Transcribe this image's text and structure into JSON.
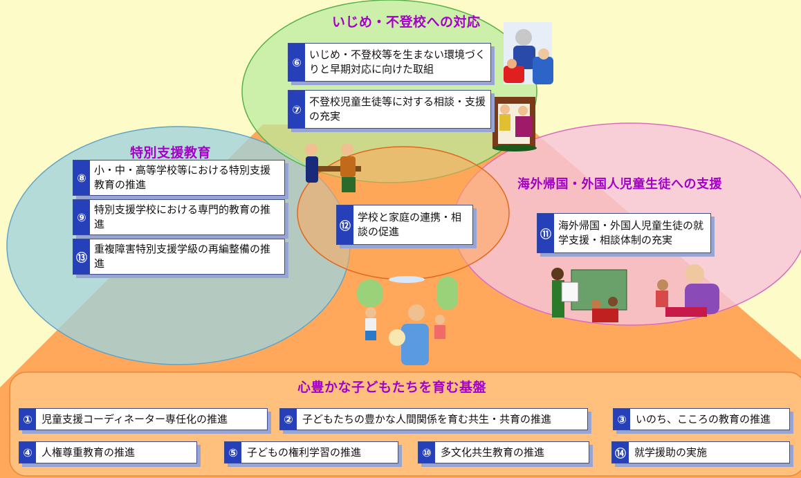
{
  "sections": {
    "bullying": {
      "title": "いじめ・不登校への対応",
      "items": [
        {
          "num": "⑥",
          "text": "いじめ・不登校等を生まない環境づくりと早期対応に向けた取組"
        },
        {
          "num": "⑦",
          "text": "不登校児童生徒等に対する相談・支援の充実"
        }
      ]
    },
    "special": {
      "title": "特別支援教育",
      "items": [
        {
          "num": "⑧",
          "text": "小・中・高等学校等における特別支援教育の推進"
        },
        {
          "num": "⑨",
          "text": "特別支援学校における専門的教育の推進"
        },
        {
          "num": "⑬",
          "text": "重複障害特別支援学級の再編整備の推進"
        }
      ]
    },
    "family": {
      "items": [
        {
          "num": "⑫",
          "text": "学校と家庭の連携・相談の促進"
        }
      ]
    },
    "foreign": {
      "title": "海外帰国・外国人児童生徒への支援",
      "items": [
        {
          "num": "⑪",
          "text": "海外帰国・外国人児童生徒の就学支援・相談体制の充実"
        }
      ]
    },
    "foundation": {
      "title": "心豊かな子どもたちを育む基盤",
      "items": [
        {
          "num": "①",
          "text": "児童支援コーディネーター専任化の推進"
        },
        {
          "num": "②",
          "text": "子どもたちの豊かな人間関係を育む共生・共育の推進"
        },
        {
          "num": "③",
          "text": "いのち、こころの教育の推進"
        },
        {
          "num": "④",
          "text": "人権尊重教育の推進"
        },
        {
          "num": "⑤",
          "text": "子どもの権利学習の推進"
        },
        {
          "num": "⑩",
          "text": "多文化共生教育の推進"
        },
        {
          "num": "⑭",
          "text": "就学援助の実施"
        }
      ]
    }
  },
  "colors": {
    "background": "#fdfbc8",
    "title": "#a400c8",
    "number_badge": "#2540b8",
    "green_circle": "#b6ec9a",
    "blue_circle": "#9fd2dd",
    "pink_circle": "#f7c8dc",
    "orange_base": "#ffa75a"
  },
  "icons": {
    "illustrations": [
      "counseling-illustration",
      "student-support-illustration",
      "parent-teacher-illustration",
      "playground-children-illustration",
      "foreign-students-illustration",
      "reading-together-illustration"
    ]
  }
}
